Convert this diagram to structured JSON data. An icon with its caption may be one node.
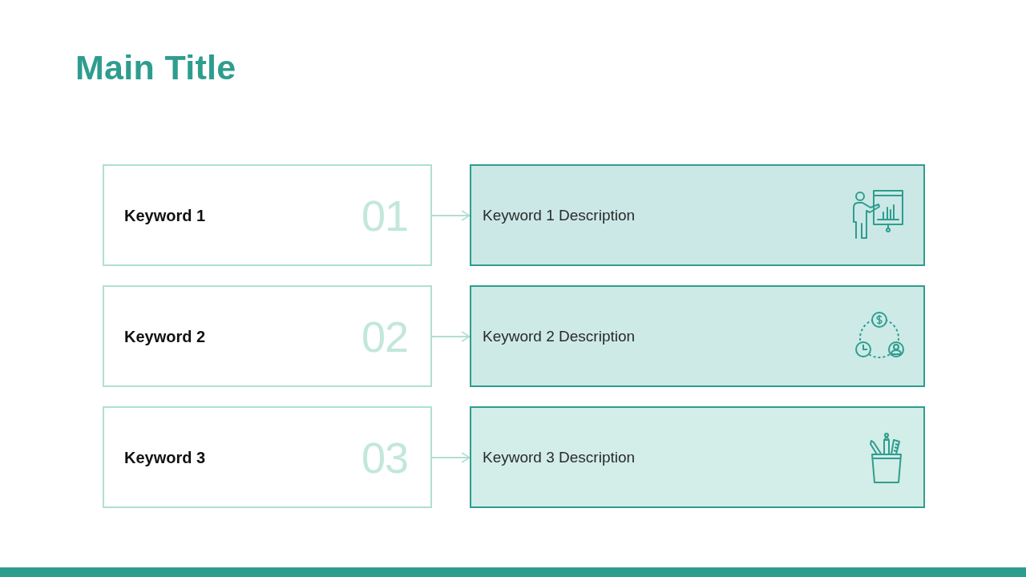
{
  "diagram": {
    "title": "Main Title",
    "nodes": [
      {
        "text": [
          "Keyword 1",
          "01"
        ]
      },
      {
        "text": [
          "Keyword 1 Description"
        ]
      },
      {
        "text": [
          "Keyword 2",
          "02"
        ]
      },
      {
        "text": [
          "Keyword 2 Description"
        ]
      },
      {
        "text": [
          "Keyword 3",
          "03"
        ]
      },
      {
        "text": [
          "Keyword 3 Description"
        ]
      }
    ],
    "edges": [
      {
        "from": 0,
        "to": 1,
        "arrow": "to"
      },
      {
        "from": 2,
        "to": 3,
        "arrow": "to"
      },
      {
        "from": 4,
        "to": 5,
        "arrow": "to"
      }
    ]
  }
}
